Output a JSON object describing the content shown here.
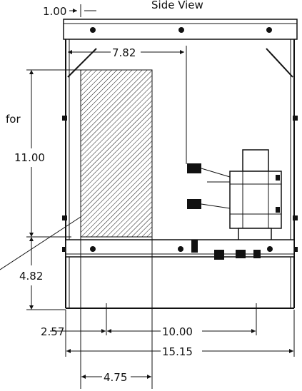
{
  "diagram": {
    "title": "Side View",
    "left_note": "for",
    "dimensions": {
      "top_offset": "1.00",
      "top_width": "7.82",
      "left_height": "11.00",
      "left_lower": "4.82",
      "bottom_left": "2.57",
      "bottom_span": "10.00",
      "overall_width": "15.15",
      "bottom_inner": "4.75"
    },
    "colors": {
      "ink": "#111111",
      "background": "#ffffff"
    }
  }
}
